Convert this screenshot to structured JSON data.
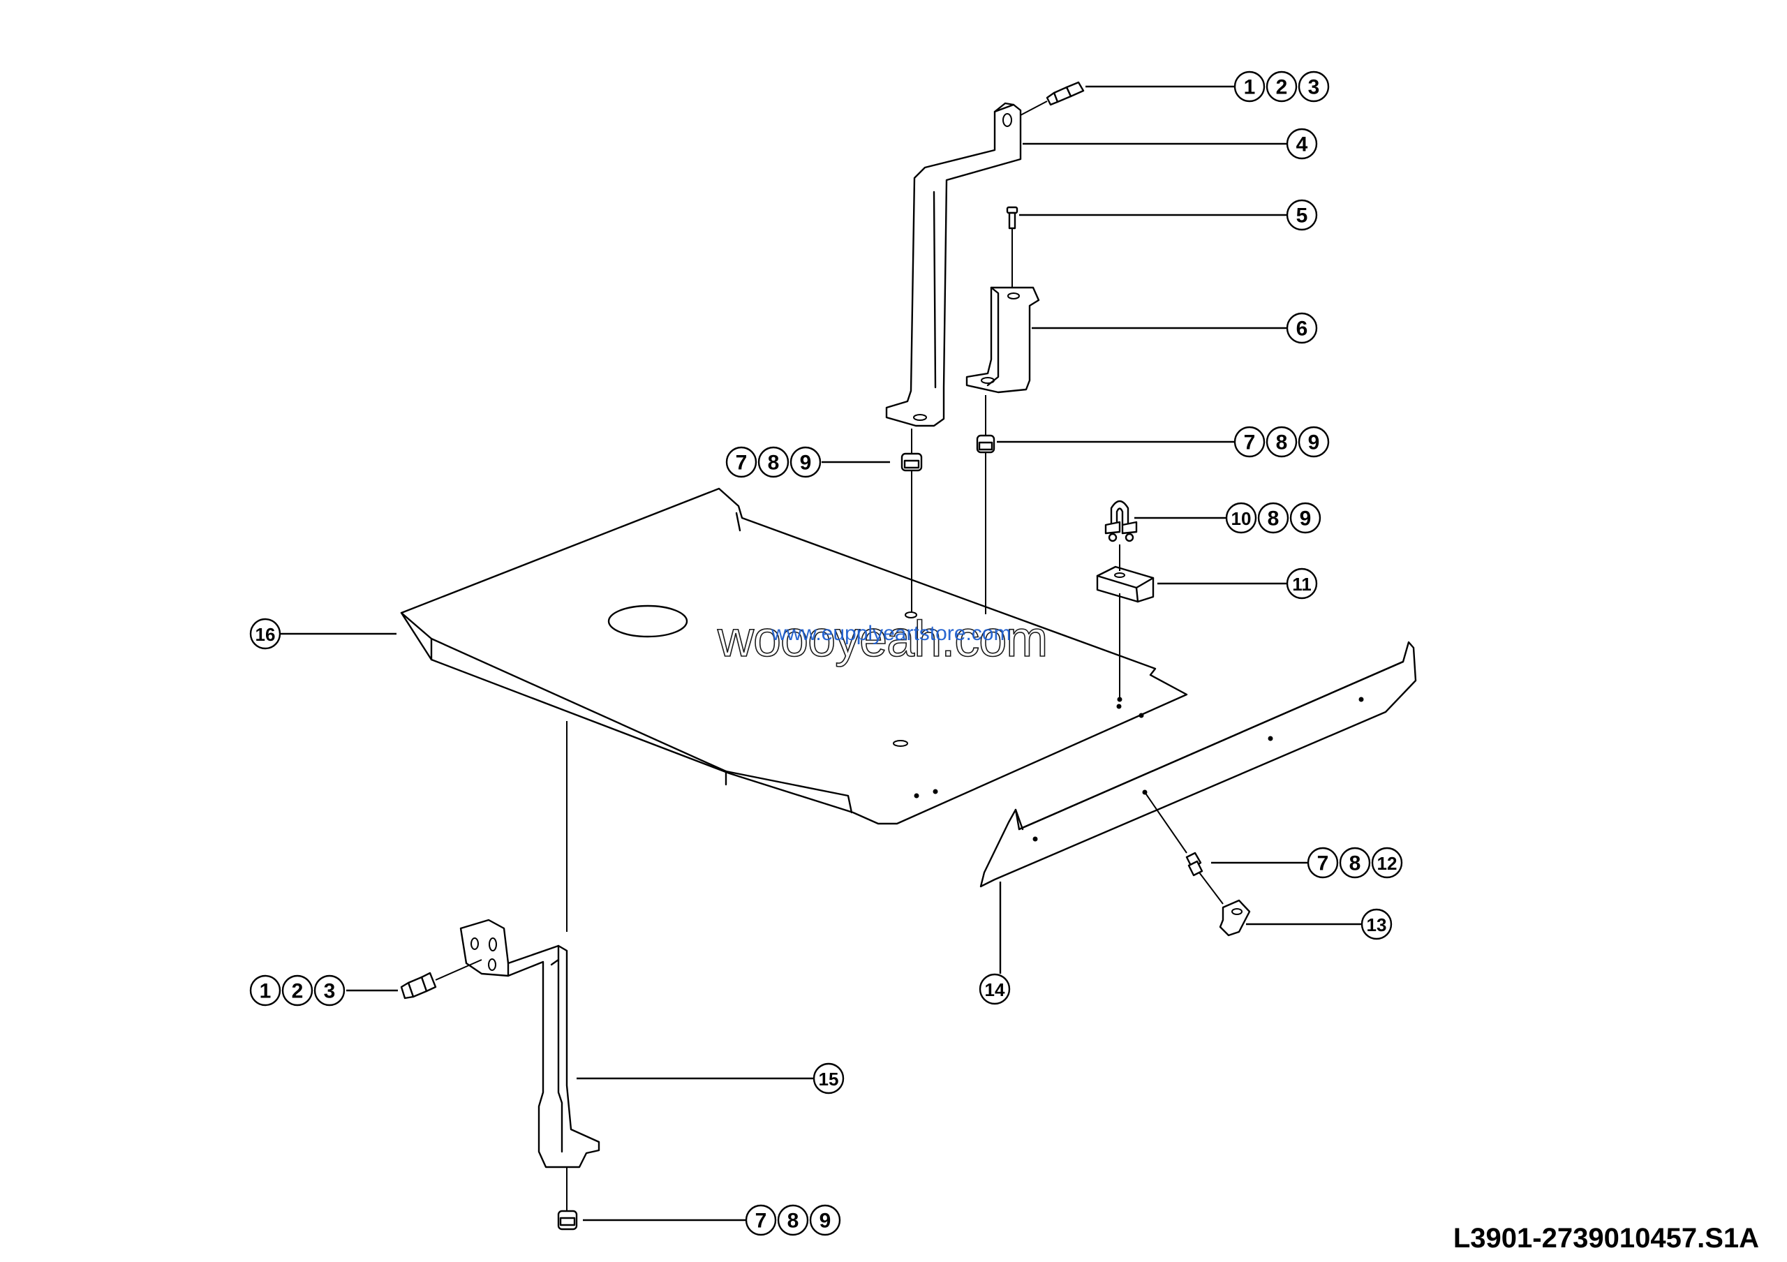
{
  "drawing_code": "L3901-2739010457.S1A",
  "watermarks": {
    "primary": "woooyeah.com",
    "secondary": "www.eupplyeartstore.com"
  },
  "callouts": {
    "top_bolt": [
      "1",
      "2",
      "3"
    ],
    "bracket_4": [
      "4"
    ],
    "bolt_5": [
      "5"
    ],
    "bracket_6": [
      "6"
    ],
    "mount_right": [
      "7",
      "8",
      "9"
    ],
    "mount_left": [
      "7",
      "8",
      "9"
    ],
    "ubolt": [
      "10",
      "8",
      "9"
    ],
    "block_11": [
      "11"
    ],
    "plate_16": [
      "16"
    ],
    "nut_12": [
      "7",
      "8",
      "12"
    ],
    "clip_13": [
      "13"
    ],
    "rail_14": [
      "14"
    ],
    "bolt_lower": [
      "1",
      "2",
      "3"
    ],
    "bracket_15": [
      "15"
    ],
    "mount_bottom": [
      "7",
      "8",
      "9"
    ]
  },
  "colors": {
    "line": "#000000",
    "background": "#ffffff",
    "watermark_secondary": "#1f5fcf"
  }
}
